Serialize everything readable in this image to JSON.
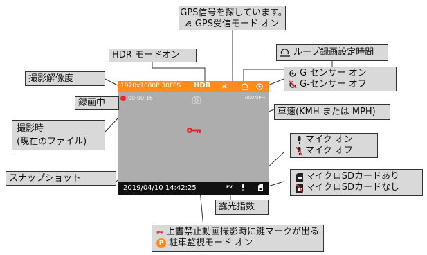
{
  "screen": {
    "resolution": "1920x1080P 30FPS",
    "hdr": "HDR",
    "rec_time": "00:00:16",
    "speed": "000MPH",
    "datetime": "2019/04/10  14:42:25",
    "ev": "EV"
  },
  "callouts": {
    "gps_searching": "GPS信号を探しています。",
    "gps_receive": "GPS受信モード オン",
    "hdr_mode": "HDR モードオン",
    "loop_rec": "ループ録画設定時間",
    "resolution": "撮影解像度",
    "gsensor_on": "G-センサー オン",
    "gsensor_off": "G-センサー オフ",
    "recording": "録画中",
    "shoot_time_line1": "撮影時",
    "shoot_time_line2": "(現在のファイル)",
    "speed": "車速(KMH または MPH)",
    "mic_on": "マイク オン",
    "mic_off": "マイク オフ",
    "snapshot": "スナップショット",
    "sd_present": "マイクロSDカードあり",
    "sd_absent": "マイクロSDカードなし",
    "exposure": "露光指数",
    "lock": "上書禁止動画撮影時に鍵マークが出る",
    "parking": "駐車監視モード オン",
    "parking_badge": "P"
  },
  "colors": {
    "orange": "#ff8a1e",
    "lock_red": "#e5262b",
    "callout_bg": "#d9d9d9",
    "screen_bg": "#adadad"
  }
}
